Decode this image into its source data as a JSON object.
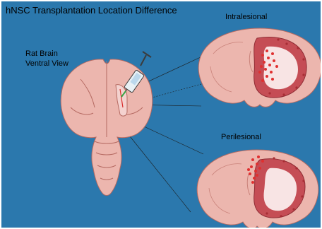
{
  "figure": {
    "title": "hNSC Transplantation Location Difference",
    "brain_label": {
      "line1": "Rat Brain",
      "line2": "Ventral View"
    },
    "panels": [
      {
        "label": "Intralesional"
      },
      {
        "label": "Perilesional"
      }
    ]
  },
  "colors": {
    "background": "#2b78ad",
    "brain_tissue": "#ecb6ae",
    "tissue_outline": "#b56a62",
    "lesion": "#f7dede",
    "lesion_rim": "#b8464c",
    "cells": "#d92b2b",
    "syringe_needle": "#3aa648"
  },
  "icons": [
    "syringe-icon",
    "rat-brain-ventral-icon",
    "coronal-slice-icon"
  ]
}
